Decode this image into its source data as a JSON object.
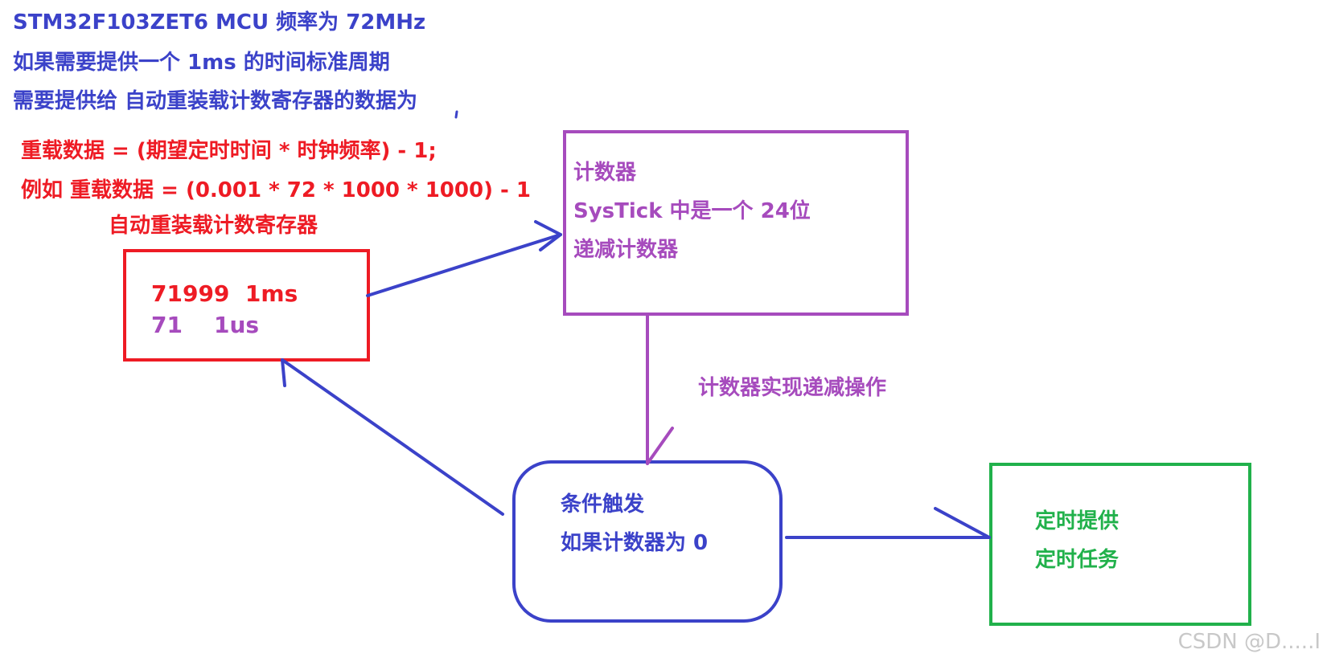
{
  "header": {
    "line1": "STM32F103ZET6 MCU 频率为 72MHz",
    "line2": "如果需要提供一个 1ms 的时间标准周期",
    "line3": "需要提供给 自动重装载计数寄存器的数据为"
  },
  "formula": {
    "line1": "重载数据 = (期望定时时间 * 时钟频率) - 1;",
    "line2": "例如 重载数据 = (0.001 * 72 * 1000 * 1000) - 1"
  },
  "reload_register": {
    "title": "自动重装载计数寄存器",
    "row1": "71999  1ms",
    "row2": "71    1us"
  },
  "counter": {
    "line1": "计数器",
    "line2": "SysTick 中是一个 24位",
    "line3": "递减计数器"
  },
  "decrement_label": "计数器实现递减操作",
  "condition": {
    "line1": "条件触发",
    "line2": "如果计数器为 0"
  },
  "task": {
    "line1": "定时提供",
    "line2": "定时任务"
  },
  "watermark": "CSDN @D.....I",
  "colors": {
    "blue": "#3b42c9",
    "red": "#ee1b24",
    "purple": "#a64bbd",
    "green": "#21b14b"
  }
}
